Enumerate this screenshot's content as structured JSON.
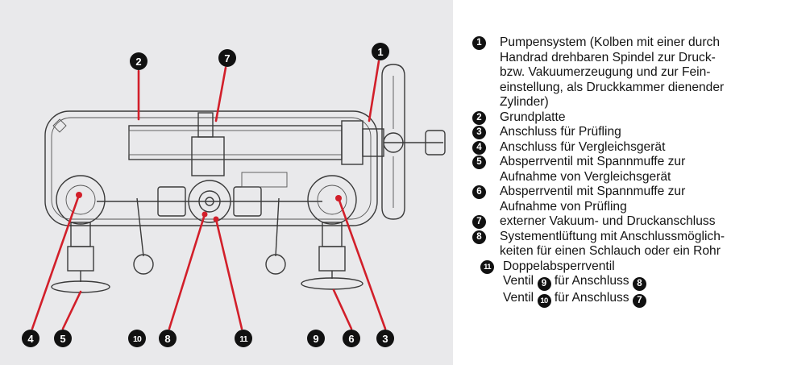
{
  "diagram": {
    "callouts_top": [
      "2",
      "7",
      "1"
    ],
    "callouts_bottom": [
      "4",
      "5",
      "10",
      "8",
      "11",
      "9",
      "6",
      "3"
    ]
  },
  "legend": [
    {
      "badge": "1",
      "lines": [
        "Pumpensystem (Kolben mit einer durch",
        "Handrad drehbaren Spindel zur Druck-",
        "bzw. Vakuumerzeugung und zur Fein-",
        "einstellung, als Druckkammer dienender",
        "Zylinder)"
      ]
    },
    {
      "badge": "2",
      "lines": [
        "Grundplatte"
      ]
    },
    {
      "badge": "3",
      "lines": [
        "Anschluss für Prüfling"
      ]
    },
    {
      "badge": "4",
      "lines": [
        "Anschluss für Vergleichsgerät"
      ]
    },
    {
      "badge": "5",
      "lines": [
        "Absperrventil mit Spannmuffe zur",
        "Aufnahme von Vergleichsgerät"
      ]
    },
    {
      "badge": "6",
      "lines": [
        "Absperrventil mit Spannmuffe zur",
        "Aufnahme von Prüfling"
      ]
    },
    {
      "badge": "7",
      "lines": [
        "externer Vakuum- und Druckanschluss"
      ]
    },
    {
      "badge": "8",
      "lines": [
        "Systementlüftung mit Anschlussmöglich-",
        "keiten für einen Schlauch oder ein Rohr"
      ]
    },
    {
      "badge": "11",
      "lines": [
        "Doppelabsperrventil"
      ]
    }
  ],
  "legend_sub": [
    {
      "prefix": "Ventil",
      "valve": "9",
      "middle": "für Anschluss",
      "port": "8"
    },
    {
      "prefix": "Ventil",
      "valve": "10",
      "middle": "für Anschluss",
      "port": "7"
    }
  ]
}
